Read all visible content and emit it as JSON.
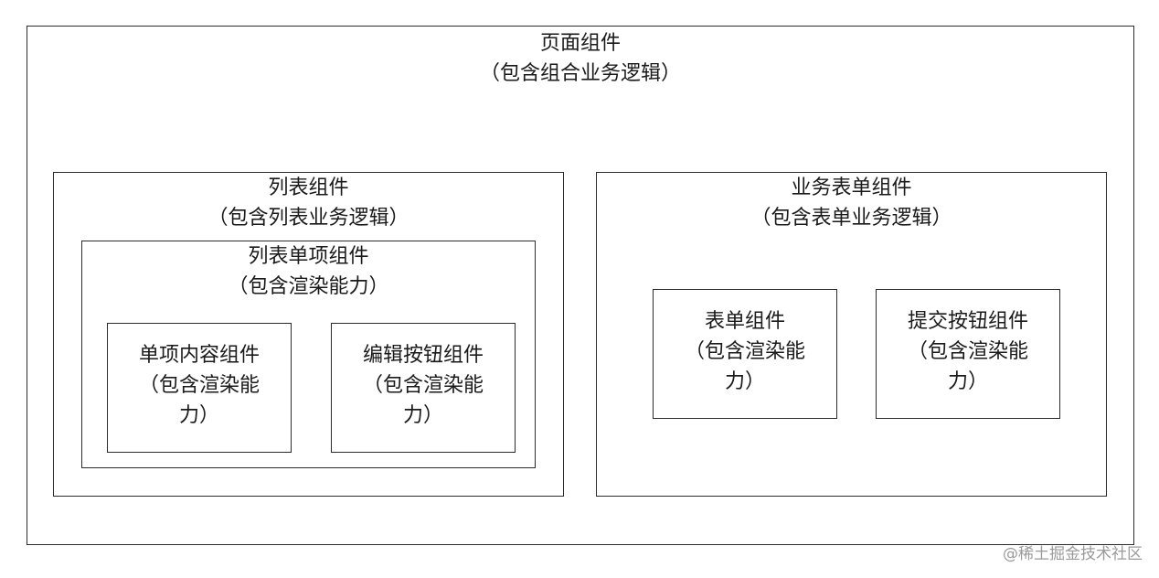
{
  "diagram": {
    "page": {
      "title": "页面组件",
      "subtitle": "（包含组合业务逻辑）"
    },
    "list": {
      "title": "列表组件",
      "subtitle": "（包含列表业务逻辑）"
    },
    "list_item": {
      "title": "列表单项组件",
      "subtitle": "（包含渲染能力）"
    },
    "item_content": {
      "line1": "单项内容组件",
      "line2": "（包含渲染能",
      "line3": "力）"
    },
    "edit_button": {
      "line1": "编辑按钮组件",
      "line2": "（包含渲染能",
      "line3": "力）"
    },
    "biz_form": {
      "title": "业务表单组件",
      "subtitle": "（包含表单业务逻辑）"
    },
    "form": {
      "line1": "表单组件",
      "line2": "（包含渲染能",
      "line3": "力）"
    },
    "submit_button": {
      "line1": "提交按钮组件",
      "line2": "（包含渲染能",
      "line3": "力）"
    }
  },
  "watermark": "@稀土掘金技术社区"
}
